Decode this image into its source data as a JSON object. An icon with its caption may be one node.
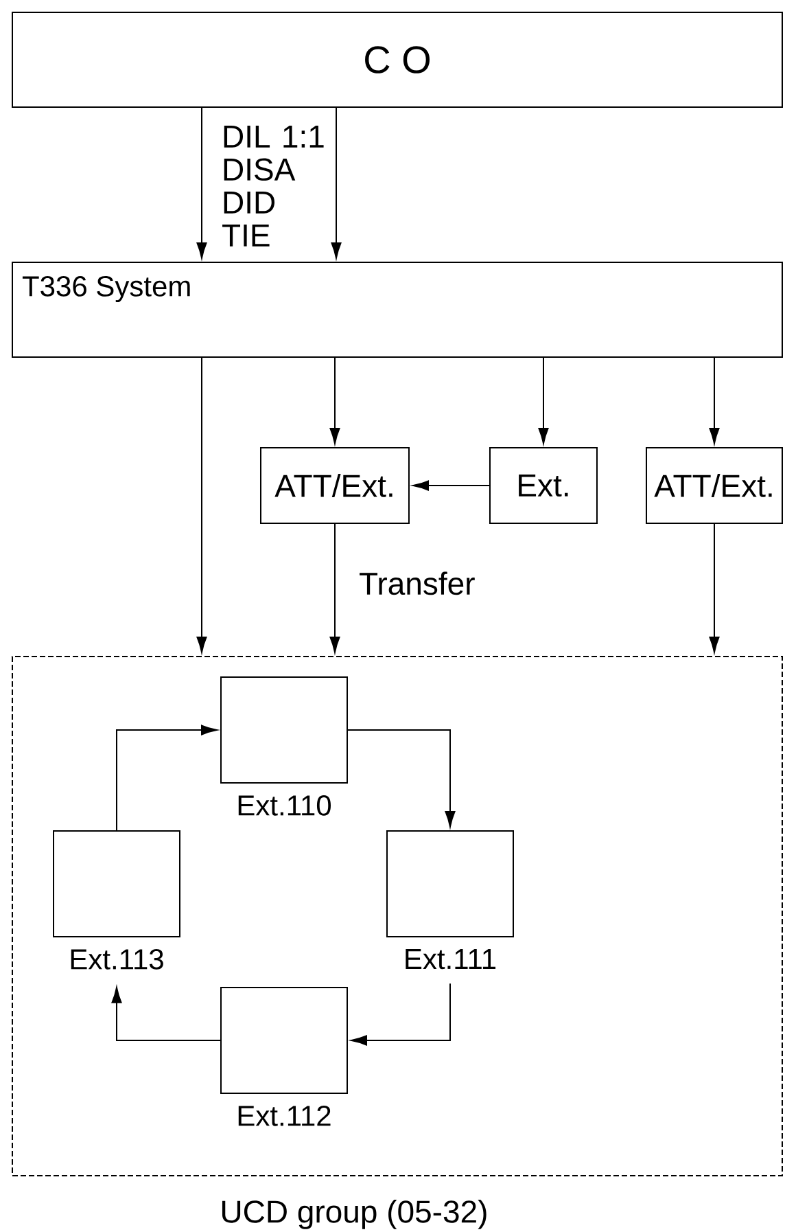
{
  "diagram": {
    "nodes": [
      {
        "text": [
          "C O"
        ]
      },
      {
        "text": [
          "T336 System"
        ]
      },
      {
        "text": [
          "ATT/Ext."
        ]
      },
      {
        "text": [
          "Ext."
        ]
      },
      {
        "text": [
          "ATT/Ext."
        ]
      },
      {
        "text": [
          "UCD group (05-32)"
        ]
      },
      {
        "text": [],
        "shape": "box",
        "in": 5,
        "beside": [
          "Ext.110"
        ]
      },
      {
        "text": [],
        "shape": "box",
        "in": 5,
        "beside": [
          "Ext.113"
        ]
      },
      {
        "text": [],
        "shape": "box",
        "in": 5,
        "beside": [
          "Ext.111"
        ]
      },
      {
        "text": [],
        "shape": "box",
        "in": 5,
        "beside": [
          "Ext.112"
        ]
      }
    ],
    "edges": [
      {
        "from": 0,
        "to": 1,
        "arrow": "to"
      },
      {
        "from": 0,
        "to": 1,
        "arrow": "to"
      },
      {
        "from": 1,
        "to": 5,
        "arrow": "to"
      },
      {
        "from": 1,
        "to": 2,
        "arrow": "to"
      },
      {
        "from": 1,
        "to": 3,
        "arrow": "to"
      },
      {
        "from": 1,
        "to": 4,
        "arrow": "to"
      },
      {
        "from": 3,
        "to": 2,
        "arrow": "to"
      },
      {
        "from": 2,
        "to": 5,
        "arrow": "to",
        "label": "Transfer"
      },
      {
        "from": 4,
        "to": 5,
        "arrow": "to"
      },
      {
        "from": 7,
        "to": 6,
        "arrow": "to"
      },
      {
        "from": 6,
        "to": 8,
        "arrow": "to"
      },
      {
        "from": 8,
        "to": 9,
        "arrow": "to"
      },
      {
        "from": 9,
        "to": 7,
        "arrow": "to"
      }
    ],
    "labels": [
      "DIL 1:1 DISA DID TIE"
    ]
  }
}
